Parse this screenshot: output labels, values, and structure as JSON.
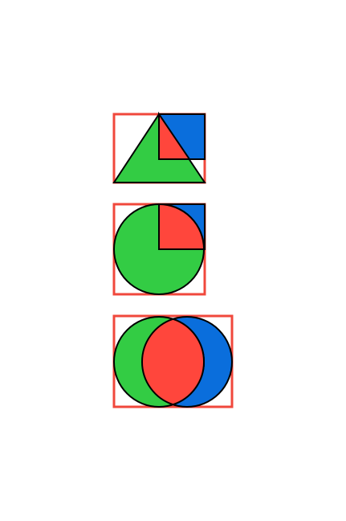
{
  "colors": {
    "background": "#ffffff",
    "green": "#33cc44",
    "blue": "#0a6edc",
    "red": "#ff463c",
    "frame": "#f0483c",
    "stroke": "#000000"
  },
  "groups": [
    {
      "name": "triangle-square-intersection",
      "shapes": [
        "triangle",
        "square",
        "intersection"
      ]
    },
    {
      "name": "circle-square-intersection",
      "shapes": [
        "circle",
        "square",
        "intersection"
      ]
    },
    {
      "name": "circle-circle-intersection",
      "shapes": [
        "circle",
        "circle",
        "intersection"
      ]
    }
  ]
}
